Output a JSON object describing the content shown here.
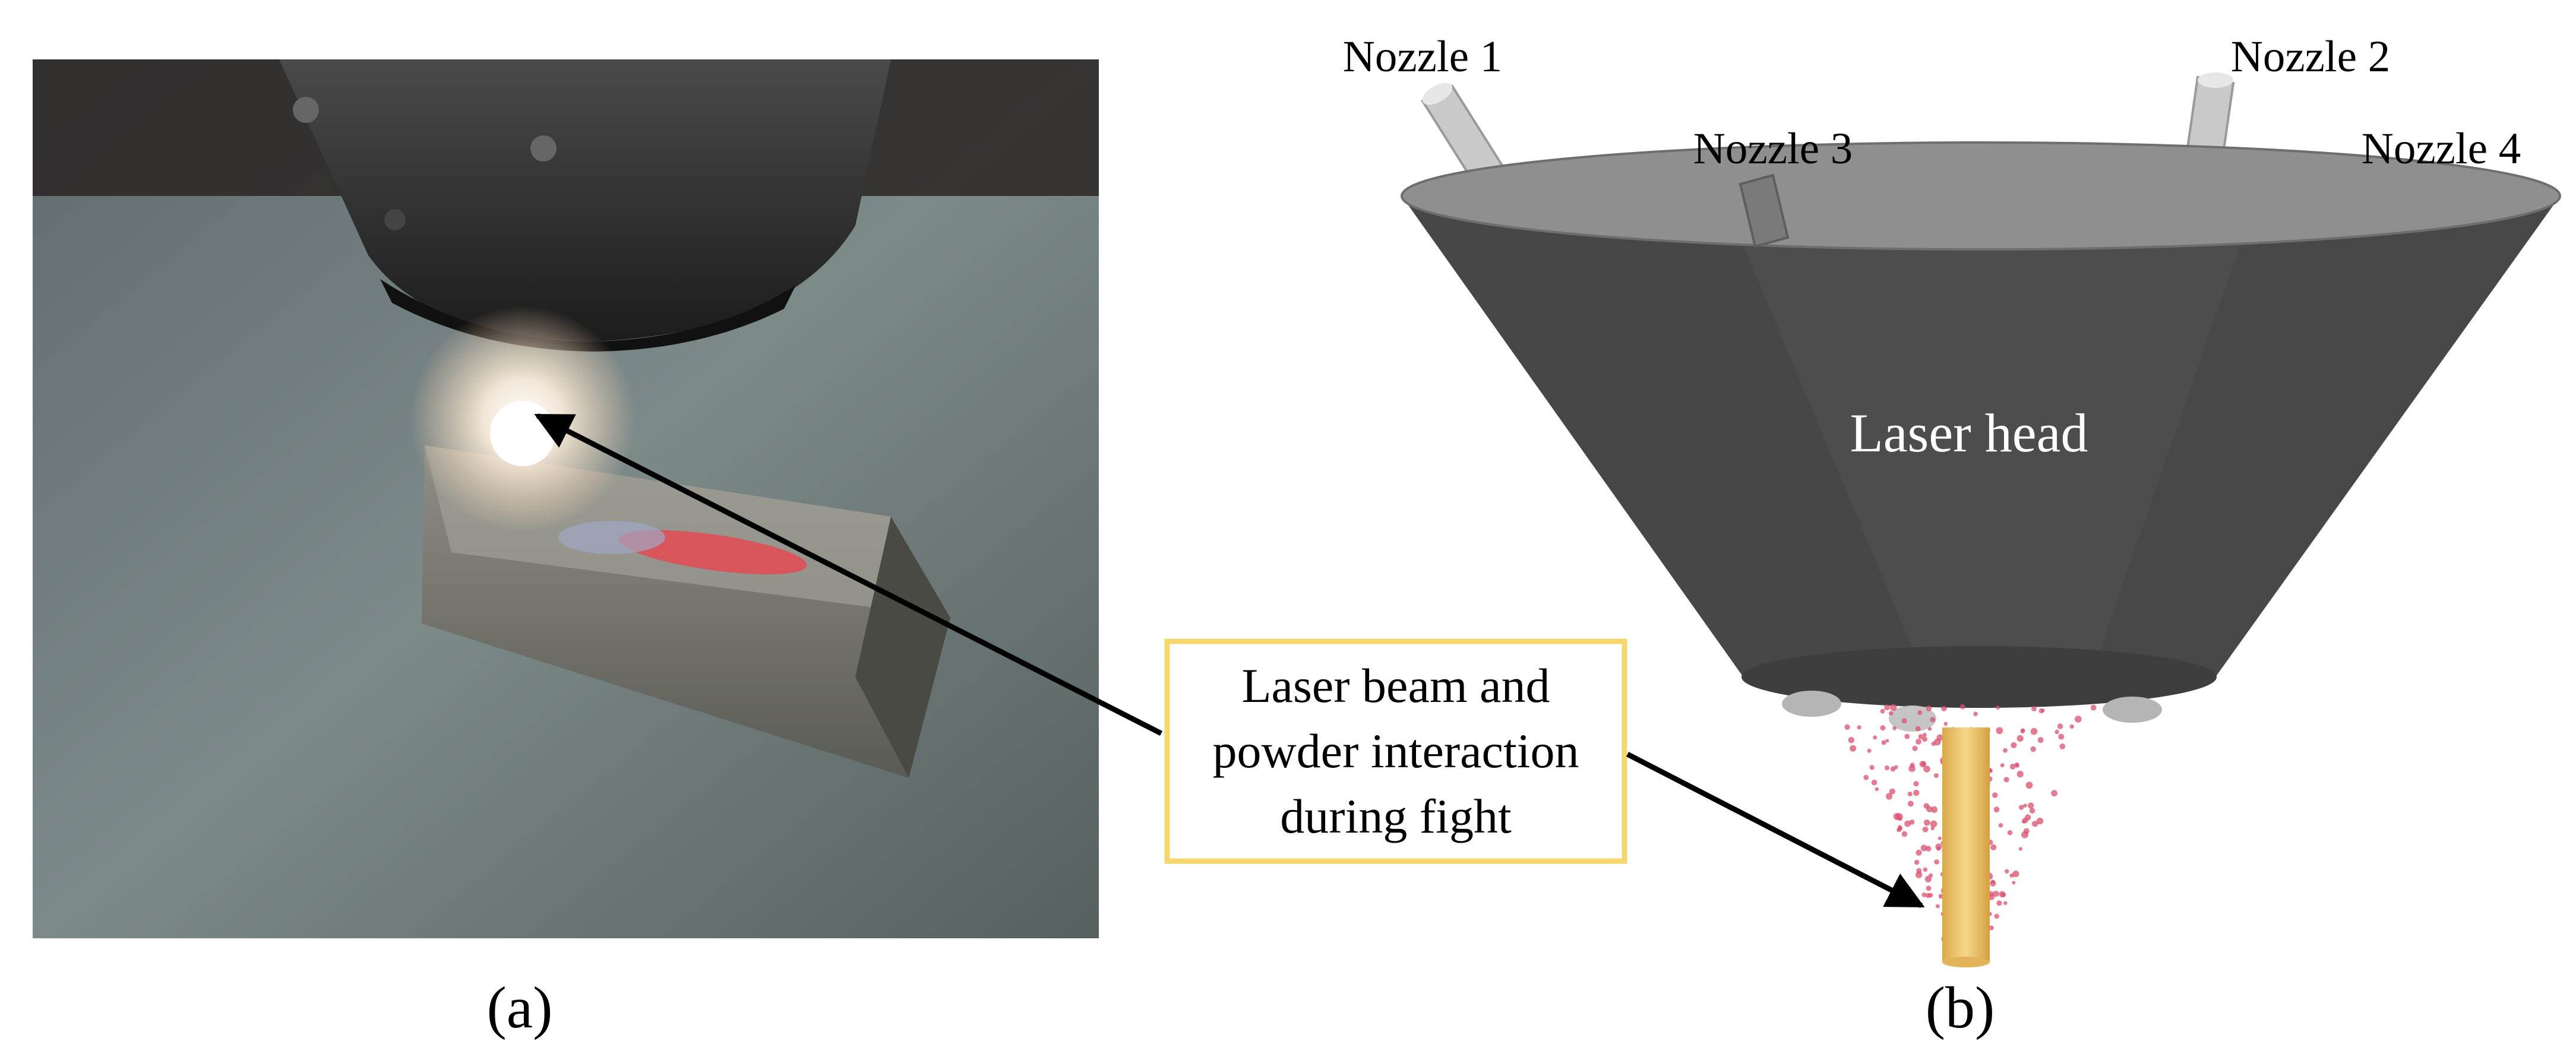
{
  "panel_a": {
    "caption": "(a)"
  },
  "panel_b": {
    "caption": "(b)",
    "head_label": "Laser head",
    "nozzles": [
      "Nozzle 1",
      "Nozzle 2",
      "Nozzle 3",
      "Nozzle 4"
    ]
  },
  "callout": {
    "lines": [
      "Laser beam and",
      "powder interaction",
      "during fight"
    ],
    "border_color": "#f5d76e"
  },
  "colors": {
    "head_body": "#4a4a4a",
    "head_top": "#8a8a8a",
    "beam": "#f2c86a",
    "powder": "#d9506e",
    "arrow": "#000000"
  }
}
